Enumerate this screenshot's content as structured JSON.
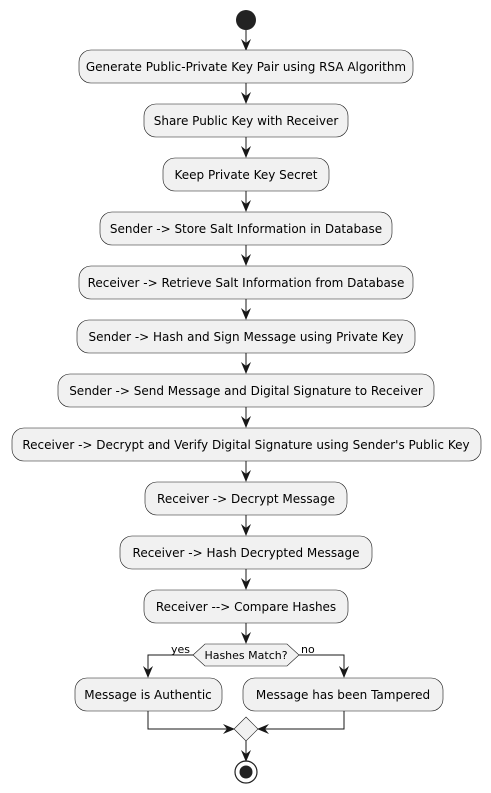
{
  "steps": [
    {
      "label": "Generate Public-Private Key Pair using RSA Algorithm"
    },
    {
      "label": "Share Public Key with Receiver"
    },
    {
      "label": "Keep Private Key Secret"
    },
    {
      "label": "Sender -> Store Salt Information in Database"
    },
    {
      "label": "Receiver -> Retrieve Salt Information from Database"
    },
    {
      "label": "Sender -> Hash and Sign Message using Private Key"
    },
    {
      "label": "Sender -> Send Message and Digital Signature to Receiver"
    },
    {
      "label": "Receiver -> Decrypt and Verify Digital Signature using Sender's Public Key"
    },
    {
      "label": "Receiver -> Decrypt Message"
    },
    {
      "label": "Receiver -> Hash Decrypted Message"
    },
    {
      "label": "Receiver --> Compare Hashes"
    }
  ],
  "decision": {
    "label": "Hashes Match?",
    "yes_label": "yes",
    "no_label": "no"
  },
  "outcomes": {
    "yes": "Message is Authentic",
    "no": "Message has been Tampered"
  },
  "colors": {
    "node_fill": "#f1f1f1",
    "stroke": "#181818",
    "start_end": "#222222"
  }
}
